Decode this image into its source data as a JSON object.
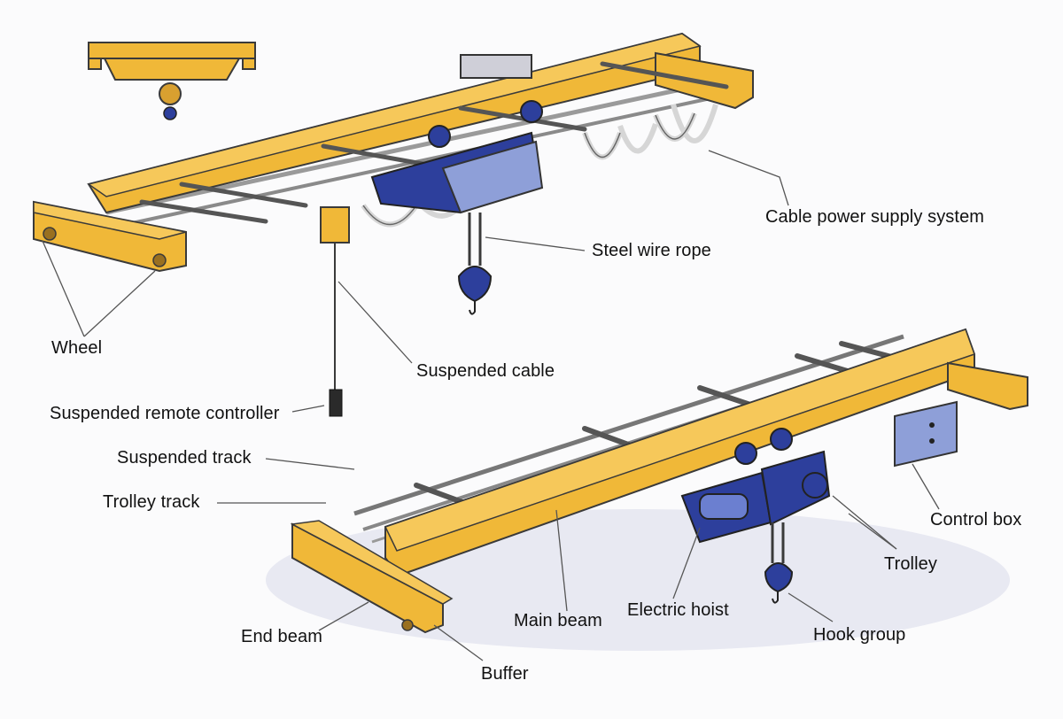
{
  "colors": {
    "beam": "#f0b838",
    "beam_shade": "#cf9a24",
    "outline": "#3a3a3a",
    "hoist": "#2d3f9c",
    "hoist_light": "#6b7fd0",
    "box": "#8e9fd8",
    "cable": "#d9d9d9",
    "shadow": "#e6e7f0",
    "leader": "#555555"
  },
  "labels": {
    "cable_power_supply_system": "Cable power supply system",
    "steel_wire_rope": "Steel wire rope",
    "wheel": "Wheel",
    "suspended_cable": "Suspended cable",
    "suspended_remote_controller": "Suspended remote controller",
    "suspended_track": "Suspended track",
    "trolley_track": "Trolley track",
    "control_box": "Control box",
    "trolley": "Trolley",
    "main_beam": "Main beam",
    "electric_hoist": "Electric hoist",
    "end_beam": "End beam",
    "hook_group": "Hook group",
    "buffer": "Buffer"
  }
}
